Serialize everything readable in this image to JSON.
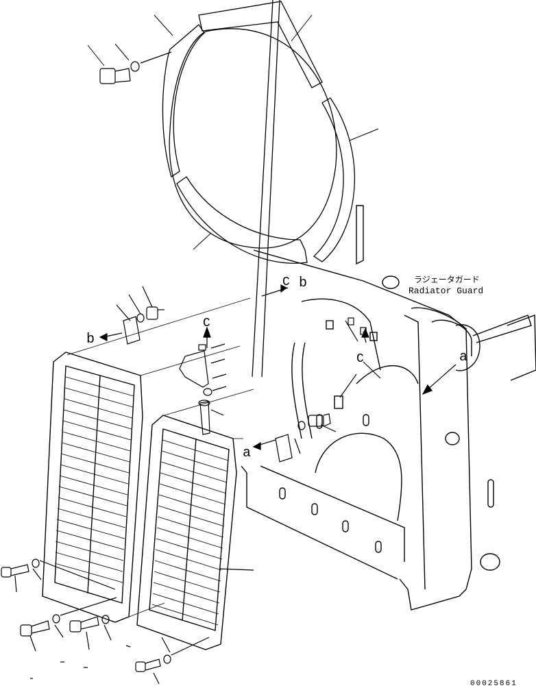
{
  "title_jp": "ラジェータガード",
  "title_en": "Radiator Guard",
  "callouts": {
    "a_right": "a",
    "a_left": "a",
    "b_top": "b",
    "b_left": "b",
    "c_top": "C",
    "c_mid": "C",
    "c_frame": "C"
  },
  "drawing_number": "00025861",
  "colors": {
    "line": "#000000",
    "background": "#ffffff"
  }
}
